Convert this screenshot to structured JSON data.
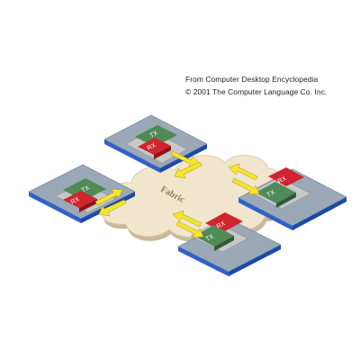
{
  "credit": {
    "line1": "From Computer Desktop Encyclopedia",
    "line2": "© 2001 The Computer Language Co. Inc."
  },
  "fabric": {
    "label": "Fabric"
  },
  "ports": [
    {
      "id": "top",
      "tx": "TX",
      "rx": "RX"
    },
    {
      "id": "left",
      "tx": "TX",
      "rx": "RX"
    },
    {
      "id": "right",
      "tx": "TX",
      "rx": "RX"
    },
    {
      "id": "bottom",
      "tx": "TX",
      "rx": "RX"
    }
  ],
  "colors": {
    "card_fill": "#9aa8b8",
    "card_edge": "#2f62c8",
    "socket_fill": "#c8c8c8",
    "tx_green": "#4f8a57",
    "rx_red": "#d0242e",
    "cloud_fill": "#f1e5ce",
    "cloud_shadow": "#c9b89a",
    "arrow_yellow": "#f5e629"
  }
}
